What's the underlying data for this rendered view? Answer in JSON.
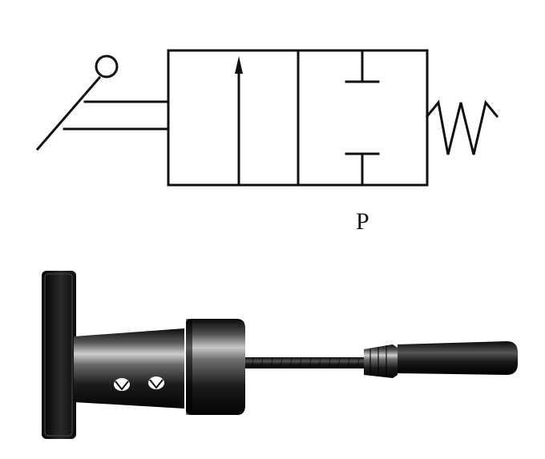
{
  "symbol": {
    "port_label": "P",
    "actuator": "roller-lever",
    "return": "spring",
    "positions": 2,
    "line_color": "#111111"
  },
  "photo": {
    "subject": "roller-lever-valve-body",
    "body_color": "#1a1a1a"
  }
}
